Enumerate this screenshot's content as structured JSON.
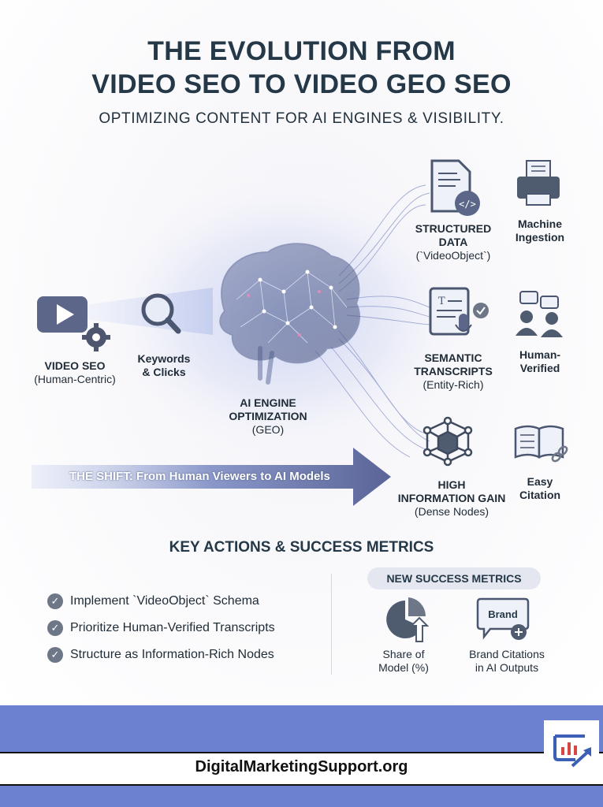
{
  "header": {
    "title_line1": "THE EVOLUTION FROM",
    "title_line2": "VIDEO SEO TO VIDEO GEO SEO",
    "subtitle": "OPTIMIZING CONTENT FOR AI ENGINES & VISIBILITY."
  },
  "diagram": {
    "video_seo": {
      "title": "VIDEO SEO",
      "sub": "(Human-Centric)",
      "icon": "video-play-gear-icon"
    },
    "keywords": {
      "line1": "Keywords",
      "line2": "& Clicks",
      "icon": "magnifier-icon"
    },
    "ai_engine": {
      "line1": "AI ENGINE",
      "line2": "OPTIMIZATION",
      "sub": "(GEO)",
      "icon": "brain-network-icon"
    },
    "structured": {
      "line1": "STRUCTURED",
      "line2": "DATA",
      "sub": "(`VideoObject`)",
      "icon": "code-document-icon"
    },
    "machine": {
      "line1": "Machine",
      "line2": "Ingestion",
      "icon": "printer-icon"
    },
    "semantic": {
      "line1": "SEMANTIC",
      "line2": "TRANSCRIPTS",
      "sub": "(Entity-Rich)",
      "icon": "transcript-microphone-icon"
    },
    "human_verified": {
      "line1": "Human-",
      "line2": "Verified",
      "icon": "people-chat-icon"
    },
    "info_gain": {
      "line1": "HIGH",
      "line2": "INFORMATION GAIN",
      "sub": "(Dense Nodes)",
      "icon": "cube-network-icon"
    },
    "citation": {
      "line1": "Easy",
      "line2": "Citation",
      "icon": "book-link-icon"
    },
    "shift": "THE SHIFT: From Human Viewers to AI Models"
  },
  "actions": {
    "title": "KEY ACTIONS & SUCCESS METRICS",
    "items": [
      "Implement `VideoObject` Schema",
      "Prioritize Human-Verified Transcripts",
      "Structure as Information-Rich Nodes"
    ],
    "metrics_title": "NEW SUCCESS METRICS",
    "metrics": [
      {
        "line1": "Share of",
        "line2": "Model (%)",
        "icon": "pie-arrow-icon"
      },
      {
        "line1": "Brand Citations",
        "line2": "in AI Outputs",
        "badge": "Brand",
        "icon": "brand-bubble-plus-icon"
      }
    ]
  },
  "footer": {
    "site": "DigitalMarketingSupport.org",
    "logo_icon": "chart-arrow-logo-icon"
  },
  "colors": {
    "title": "#253848",
    "accent": "#6c81cf",
    "icon_slate": "#4f5b6e",
    "glow": "#8fa0d8"
  }
}
